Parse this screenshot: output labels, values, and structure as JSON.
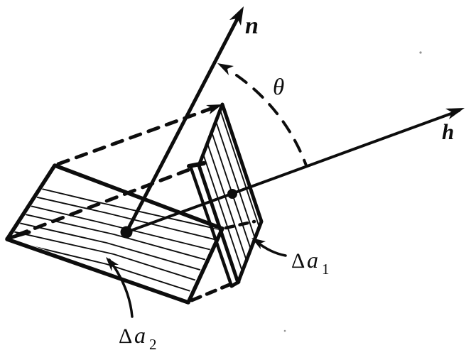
{
  "figure": {
    "background_color": "#ffffff",
    "ink_color": "#0d0d0d",
    "labels": {
      "normal_vector": "n",
      "direction_vector": "h",
      "angle": "θ",
      "area1": {
        "delta": "Δ",
        "symbol": "a",
        "subscript": "1"
      },
      "area2": {
        "delta": "Δ",
        "symbol": "a",
        "subscript": "2"
      }
    }
  }
}
